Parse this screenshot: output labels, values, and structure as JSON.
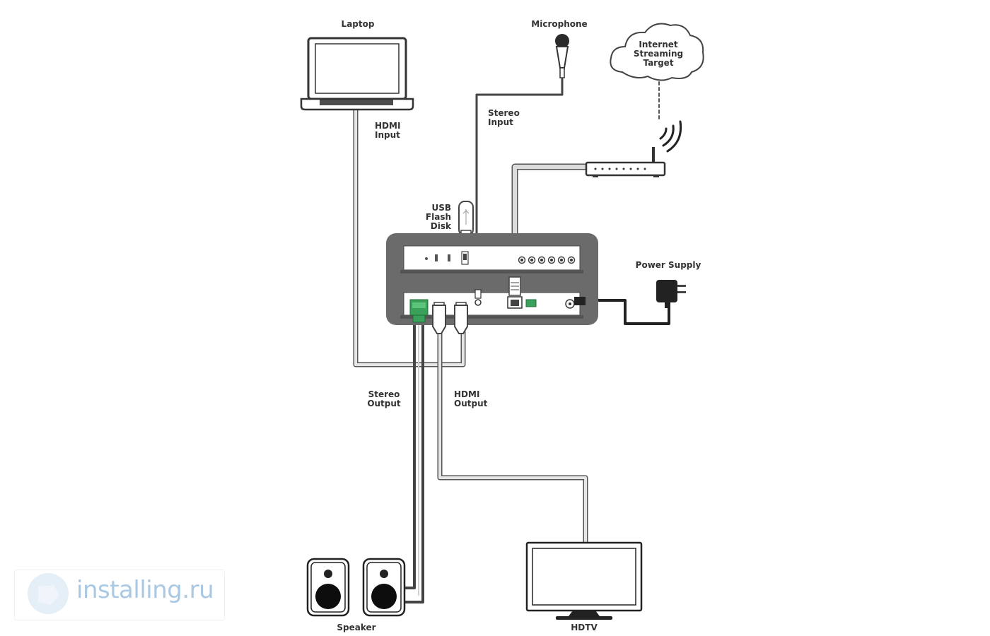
{
  "labels": {
    "laptop": "Laptop",
    "microphone": "Microphone",
    "internet": "Internet\nStreaming\nTarget",
    "hdmi_input": "HDMI\nInput",
    "stereo_input": "Stereo\nInput",
    "usb": "USB\nFlash\nDisk",
    "power_supply": "Power Supply",
    "stereo_output": "Stereo\nOutput",
    "hdmi_output": "HDMI\nOutput",
    "speaker": "Speaker",
    "hdtv": "HDTV"
  },
  "watermark": {
    "text": "installing.ru"
  },
  "colors": {
    "device_body": "#6b6b6b",
    "cable_outline": "#555555",
    "cable_fill": "#e2e2e2",
    "terminal_green": "#3aa15a",
    "watermark_blue": "#a9c8e3"
  }
}
